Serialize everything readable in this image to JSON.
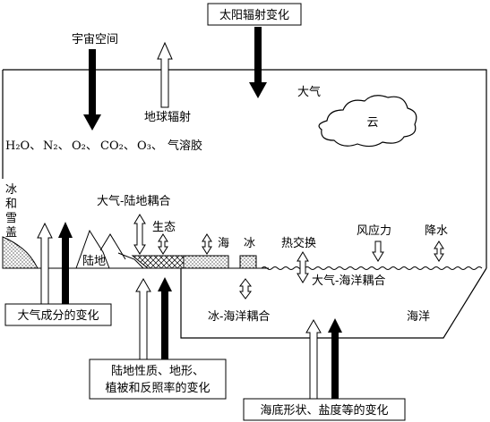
{
  "top_box": {
    "label": "太阳辐射变化"
  },
  "space": {
    "label": "宇宙空间"
  },
  "earth_radiation": {
    "label": "地球辐射"
  },
  "atmosphere": {
    "label": "大气",
    "gases": {
      "h2o": "H₂O、",
      "n2": "N₂、",
      "o2": "O₂、",
      "co2": "CO₂、",
      "o3": "O₃、",
      "aerosol": "气溶胶"
    }
  },
  "cloud": {
    "label": "云"
  },
  "ice_snow": {
    "line1": "冰",
    "line2": "和",
    "line3": "雪",
    "line4": "盖"
  },
  "land": {
    "label": "陆地"
  },
  "coupling_atm_land": {
    "label": "大气-陆地耦合"
  },
  "ecology": {
    "label": "生态"
  },
  "sea_ice": {
    "sea": "海",
    "ice": "冰"
  },
  "heat_exchange": {
    "label": "热交换"
  },
  "wind_stress": {
    "label": "风应力"
  },
  "precipitation": {
    "label": "降水"
  },
  "coupling_atm_ocean": {
    "label": "大气-海洋耦合"
  },
  "coupling_ice_ocean": {
    "label": "冰-海洋耦合"
  },
  "ocean": {
    "label": "海洋"
  },
  "boxes": {
    "atm_composition": "大气成分的变化",
    "land_line1": "陆地性质、地形、",
    "land_line2": "植被和反照率的变化",
    "seafloor": "海底形状、盐度等的变化"
  }
}
